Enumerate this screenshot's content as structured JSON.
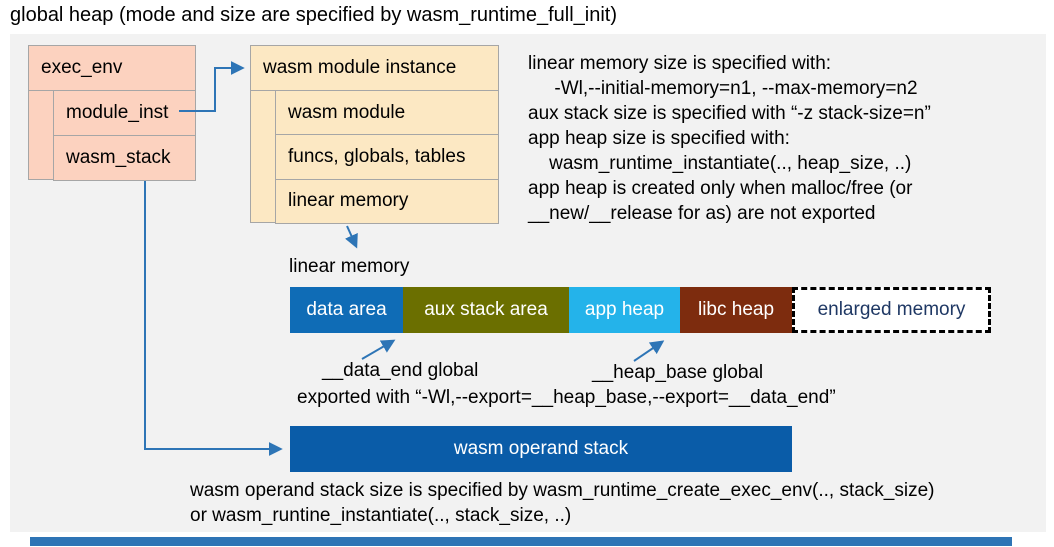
{
  "title": "global heap (mode and size are specified by wasm_runtime_full_init)",
  "exec_env_box": {
    "header": "exec_env",
    "rows": [
      "module_inst",
      "wasm_stack"
    ]
  },
  "module_instance_box": {
    "header": "wasm module instance",
    "rows": [
      "wasm module",
      "funcs, globals, tables",
      "linear memory"
    ]
  },
  "notes_top": {
    "lines": [
      "linear memory size is specified with:",
      "     -Wl,--initial-memory=n1, --max-memory=n2",
      "aux stack size is specified with “-z stack-size=n”",
      "app heap size is specified with:",
      "    wasm_runtime_instantiate(.., heap_size, ..)",
      "app heap is created only when malloc/free (or",
      "__new/__release for as) are not exported"
    ]
  },
  "linear_memory": {
    "label": "linear memory",
    "segments": [
      {
        "label": "data area",
        "color": "#0f6cb6",
        "text_color": "#ffffff",
        "width": 113,
        "dashed": false
      },
      {
        "label": "aux stack area",
        "color": "#6b6f00",
        "text_color": "#ffffff",
        "width": 166,
        "dashed": false
      },
      {
        "label": "app heap",
        "color": "#24b3ea",
        "text_color": "#ffffff",
        "width": 111,
        "dashed": false
      },
      {
        "label": "libc heap",
        "color": "#7d2c0e",
        "text_color": "#ffffff",
        "width": 112,
        "dashed": false
      },
      {
        "label": "enlarged memory",
        "color": "#ffffff",
        "text_color": "#1f3864",
        "width": 199,
        "dashed": true
      }
    ]
  },
  "annotations": {
    "data_end": "__data_end global",
    "heap_base": "__heap_base global",
    "exported": "exported with “-Wl,--export=__heap_base,--export=__data_end”"
  },
  "operand_stack": {
    "label": "wasm operand stack"
  },
  "notes_bottom": {
    "lines": [
      "wasm operand stack size is specified by wasm_runtime_create_exec_env(.., stack_size)",
      "or wasm_runtine_instantiate(.., stack_size, ..)"
    ]
  },
  "colors": {
    "panel_bg": "#f2f2f2",
    "box_salmon": "#fcd2bf",
    "box_cream": "#fce8c3",
    "box_border": "#a6a6a6",
    "arrow_blue": "#2e75b6",
    "operand_stack_bg": "#0a5ca8",
    "footer_bar": "#2e74b5",
    "enlarged_text": "#1f3864"
  }
}
